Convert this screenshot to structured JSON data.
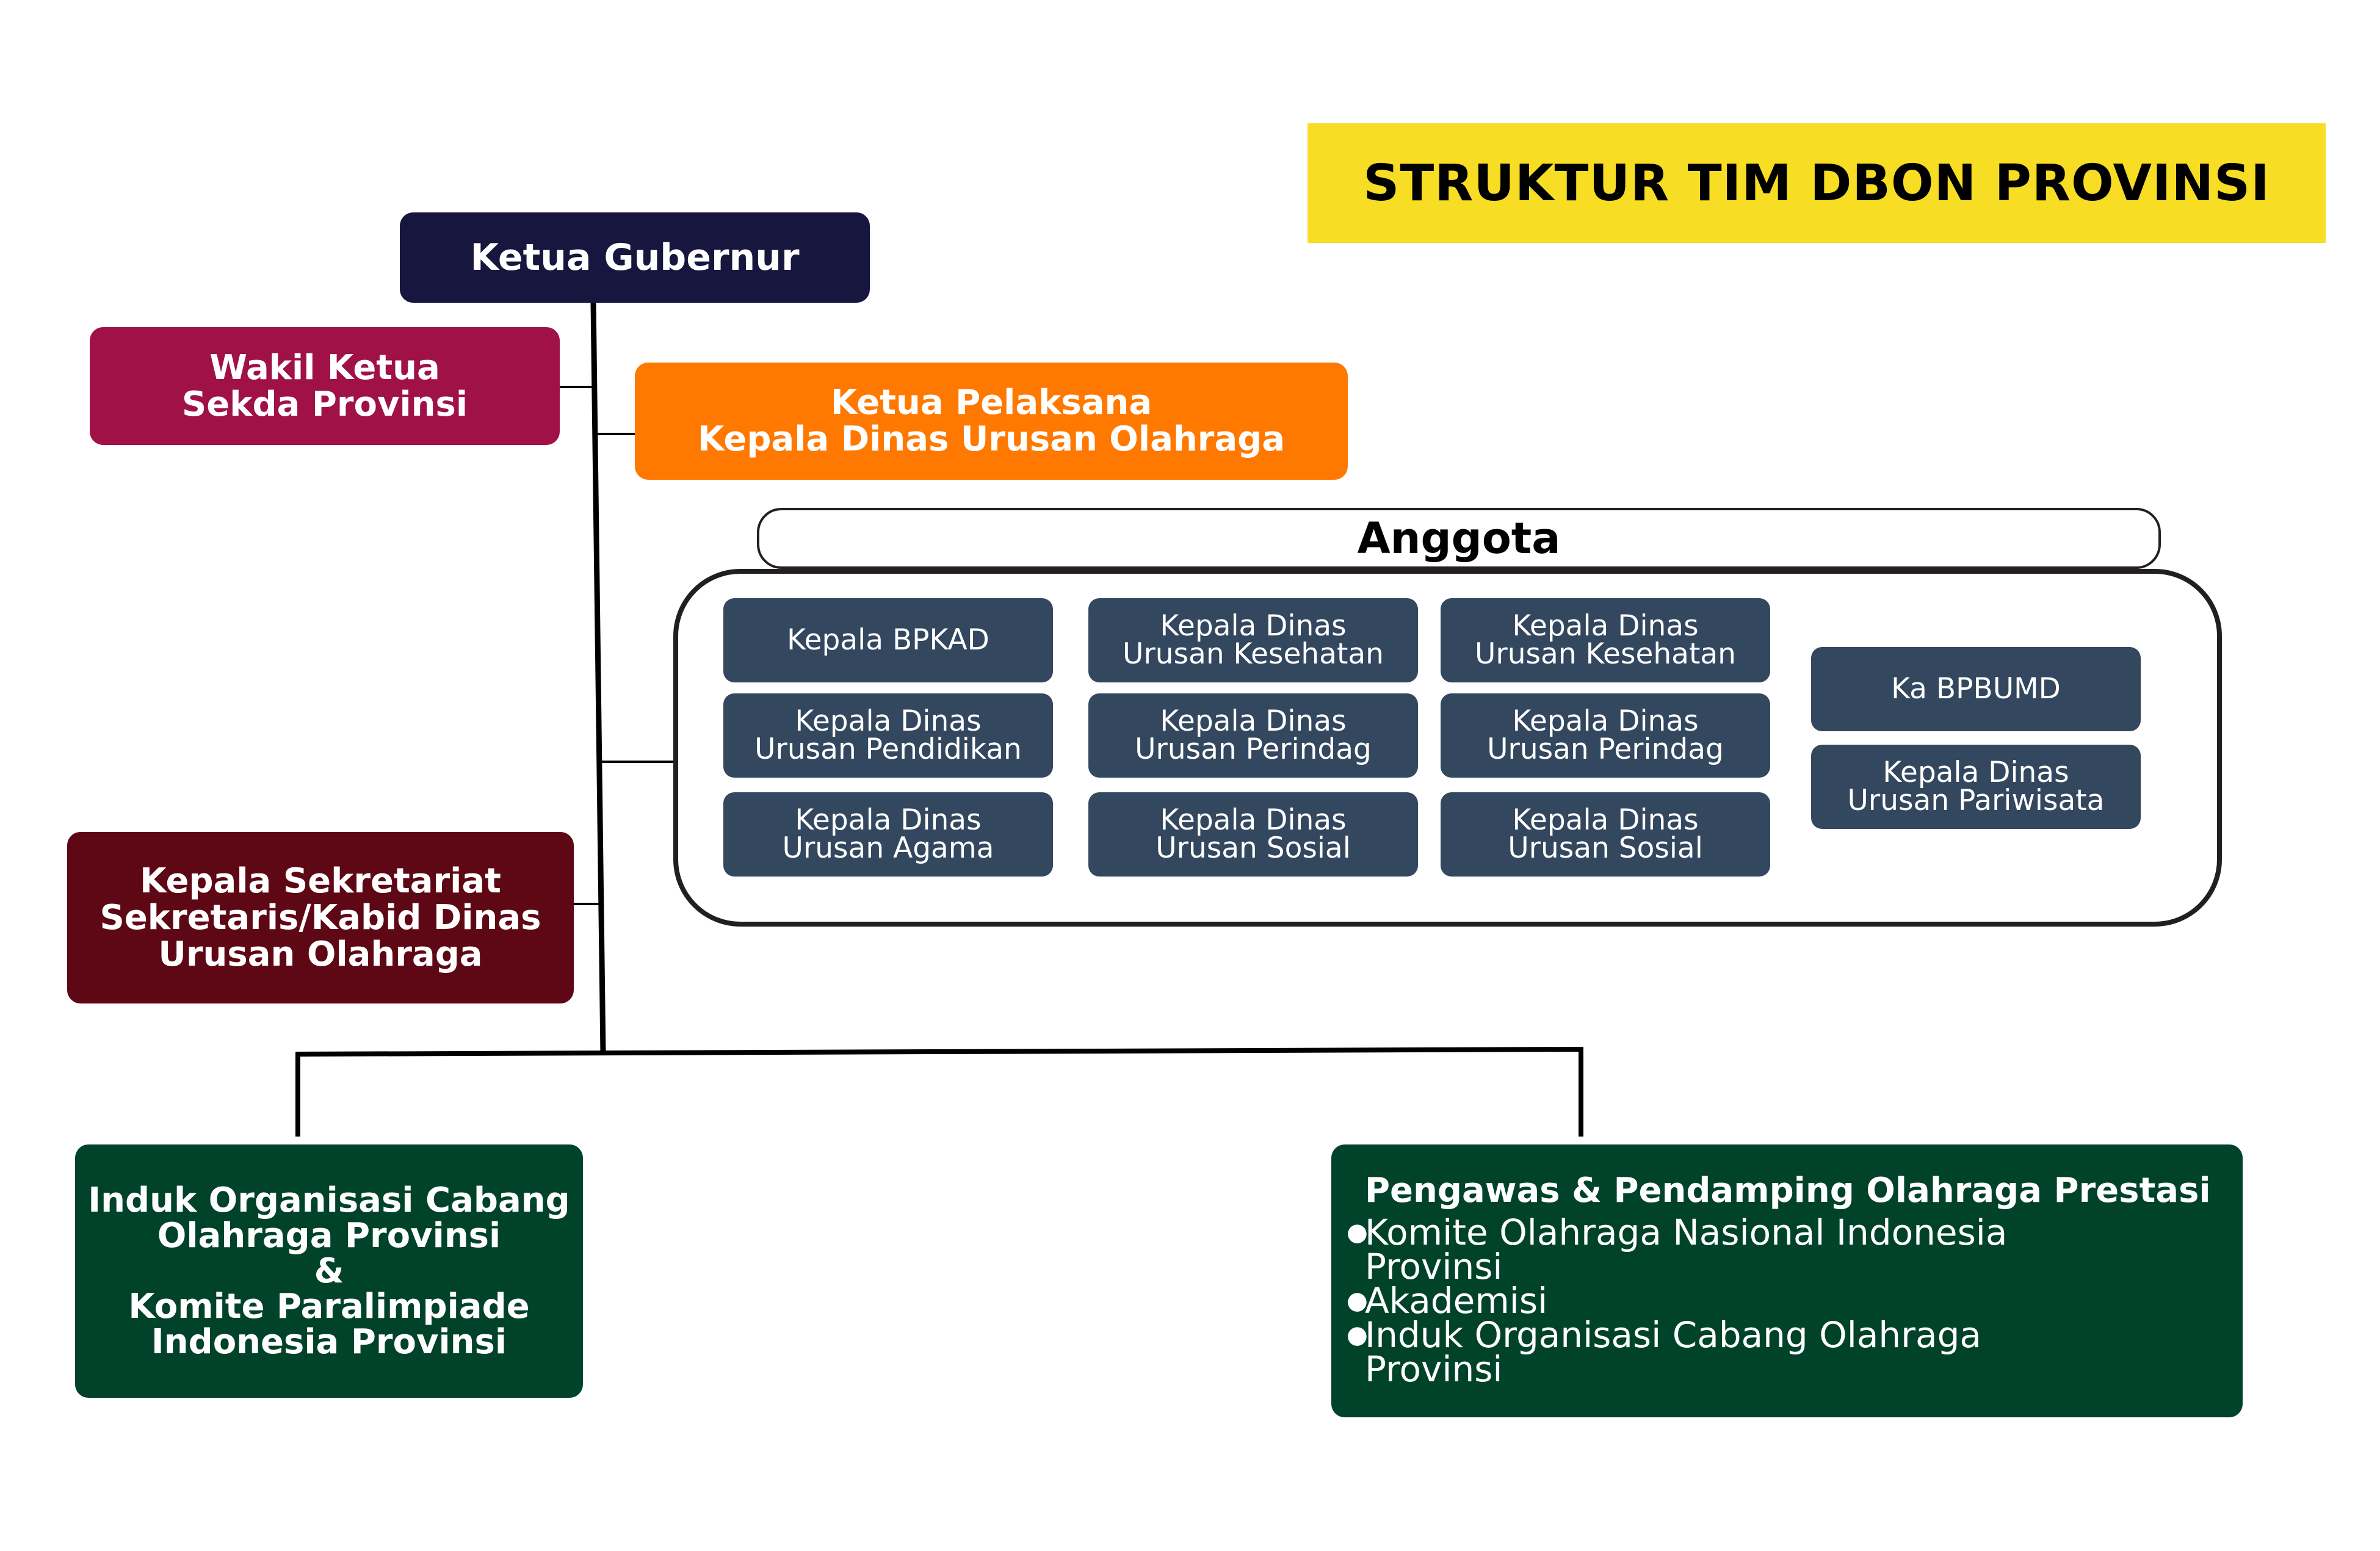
{
  "title": "STRUKTUR TIM DBON PROVINSI",
  "colors": {
    "title_bg": "#f7dd23",
    "ketua": "#17163e",
    "wakil": "#9f1147",
    "pelaksana": "#ff7900",
    "sekretariat": "#5e0715",
    "member": "#33475e",
    "green": "#01432a"
  },
  "ketua": {
    "label": "Ketua Gubernur"
  },
  "wakil": {
    "line1": "Wakil Ketua",
    "line2": "Sekda Provinsi"
  },
  "pelaksana": {
    "line1": "Ketua Pelaksana",
    "line2": "Kepala Dinas Urusan Olahraga"
  },
  "sekretariat": {
    "line1": "Kepala Sekretariat",
    "line2": "Sekretaris/Kabid Dinas",
    "line3": "Urusan Olahraga"
  },
  "anggota": {
    "header": "Anggota",
    "members": [
      {
        "line1": "Kepala BPKAD",
        "line2": ""
      },
      {
        "line1": "Kepala Dinas",
        "line2": "Urusan Pendidikan"
      },
      {
        "line1": "Kepala Dinas",
        "line2": "Urusan Agama"
      },
      {
        "line1": "Kepala Dinas",
        "line2": "Urusan Kesehatan"
      },
      {
        "line1": "Kepala Dinas",
        "line2": "Urusan Perindag"
      },
      {
        "line1": "Kepala Dinas",
        "line2": "Urusan Sosial"
      },
      {
        "line1": "Kepala Dinas",
        "line2": "Urusan Kesehatan"
      },
      {
        "line1": "Kepala Dinas",
        "line2": "Urusan Perindag"
      },
      {
        "line1": "Kepala Dinas",
        "line2": "Urusan Sosial"
      },
      {
        "line1": "Ka BPBUMD",
        "line2": ""
      },
      {
        "line1": "Kepala Dinas",
        "line2": "Urusan Pariwisata"
      }
    ]
  },
  "induk": {
    "line1": "Induk Organisasi Cabang",
    "line2": "Olahraga Provinsi",
    "line3": "&",
    "line4": "Komite Paralimpiade",
    "line5": "Indonesia Provinsi"
  },
  "pengawas": {
    "heading": "Pengawas & Pendamping Olahraga Prestasi",
    "items": [
      "Komite Olahraga Nasional Indonesia Provinsi",
      "Akademisi",
      "Induk Organisasi Cabang Olahraga Provinsi"
    ]
  }
}
